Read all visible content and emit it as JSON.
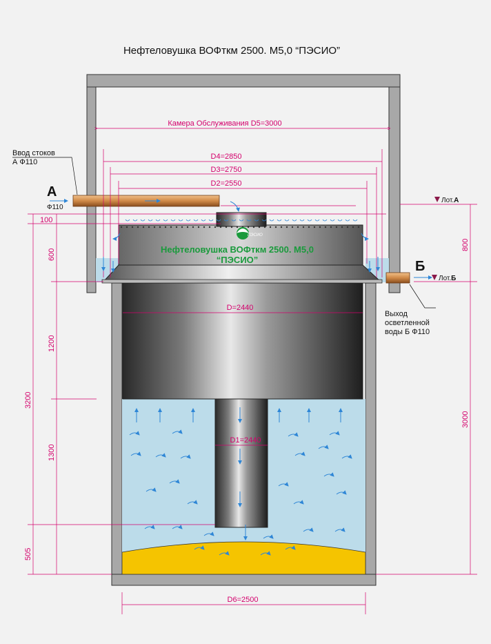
{
  "title": "Нефтеловушка ВОФткм 2500. М5,0 “ПЭСИО”",
  "product_label": {
    "line1": "Нефтеловушка ВОФткм 2500. М5,0",
    "line2": "“ПЭСИО”"
  },
  "dimensions": {
    "d5": "Камера Обслуживания   D5=3000",
    "d4": "D4=2850",
    "d3": "D3=2750",
    "d2": "D2=2550",
    "d": "D=2440",
    "d1": "D1=2440",
    "d6": "D6=2500",
    "h100": "100",
    "h600": "600",
    "h1200": "1200",
    "h1300": "1300",
    "h3200": "3200",
    "h505": "505",
    "h800": "800",
    "h3000": "3000"
  },
  "inlet": {
    "letter": "А",
    "diameter": "Ф110",
    "caption_line1": "Ввод стоков",
    "caption_line2": "А Ф110"
  },
  "outlet": {
    "letter": "Б",
    "caption_line1": "Выход",
    "caption_line2": "осветленной",
    "caption_line3": "воды  Б Ф110"
  },
  "levels": {
    "lot_a_prefix": "Лот.",
    "lot_a_letter": "А",
    "lot_b_prefix": "Лот.",
    "lot_b_letter": "Б"
  },
  "colors": {
    "dimension": "#d4006c",
    "label_green": "#1a9a3c",
    "water": "#bcdcea",
    "sludge": "#f5c400",
    "pipe": "#d08a48",
    "wall": "#a8a8a8",
    "arrow": "#2e86d6",
    "level_marker": "#8b1a4a"
  }
}
